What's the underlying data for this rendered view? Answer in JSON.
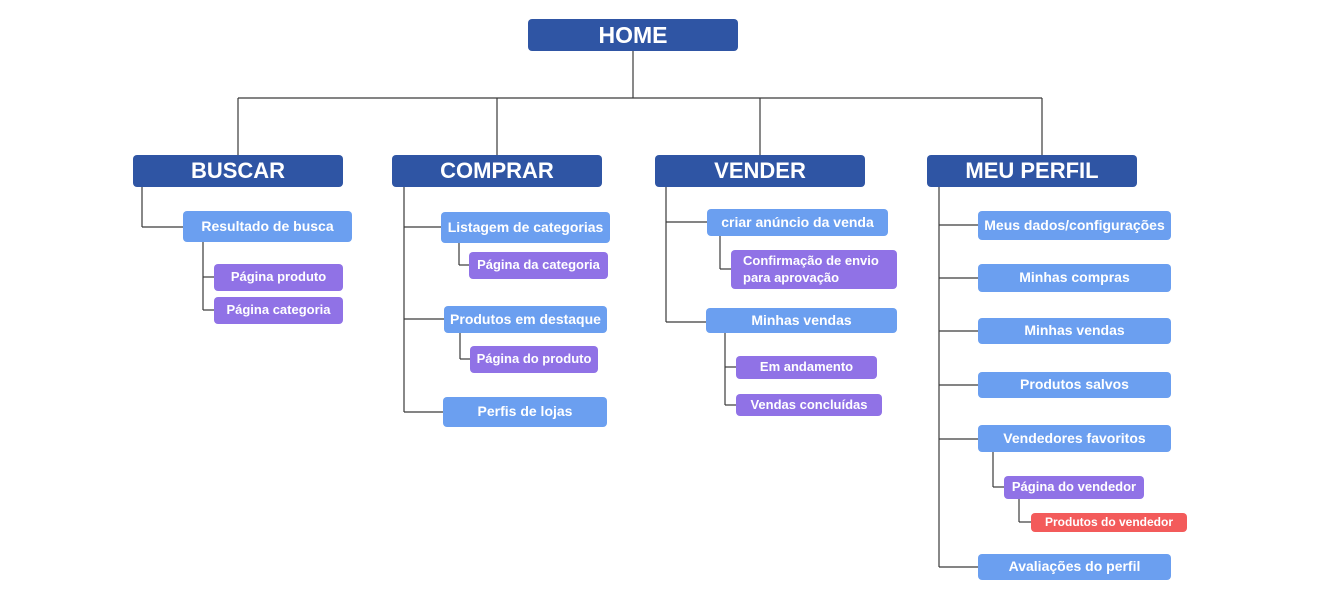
{
  "root": {
    "label": "HOME"
  },
  "buscar": {
    "label": "BUSCAR",
    "resultado": "Resultado de busca",
    "pagina_produto": "Página produto",
    "pagina_categoria": "Página categoria"
  },
  "comprar": {
    "label": "COMPRAR",
    "listagem": "Listagem de categorias",
    "pagina_categoria": "Página da categoria",
    "produtos_destaque": "Produtos em destaque",
    "pagina_produto": "Página do produto",
    "perfis_lojas": "Perfis de lojas"
  },
  "vender": {
    "label": "VENDER",
    "criar_anuncio": "criar anúncio da venda",
    "confirmacao": "Confirmação de envio para aprovação",
    "minhas_vendas": "Minhas vendas",
    "em_andamento": "Em andamento",
    "vendas_concluidas": "Vendas concluídas"
  },
  "perfil": {
    "label": "MEU PERFIL",
    "meus_dados": "Meus dados/configurações",
    "minhas_compras": "Minhas compras",
    "minhas_vendas": "Minhas vendas",
    "produtos_salvos": "Produtos salvos",
    "vendedores_favoritos": "Vendedores favoritos",
    "pagina_vendedor": "Página do vendedor",
    "produtos_vendedor": "Produtos do vendedor",
    "avaliacoes": "Avaliações do perfil"
  },
  "colors": {
    "level0": "#2f55a4",
    "level1": "#2f55a4",
    "level2": "#6b9ff0",
    "level3": "#9072e6",
    "level4": "#f35b5b",
    "connector": "#3a3a3a"
  }
}
